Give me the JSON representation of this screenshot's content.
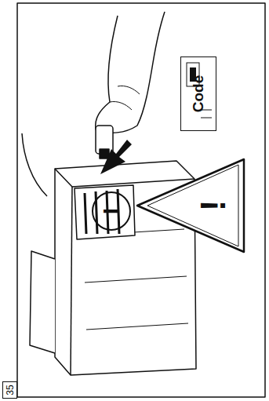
{
  "diagram": {
    "nodes": [
      {
        "text": [
          "35"
        ]
      },
      {
        "text": [
          "I"
        ]
      },
      {
        "text": [
          "!"
        ]
      },
      {
        "text": [
          "Code"
        ]
      }
    ]
  }
}
